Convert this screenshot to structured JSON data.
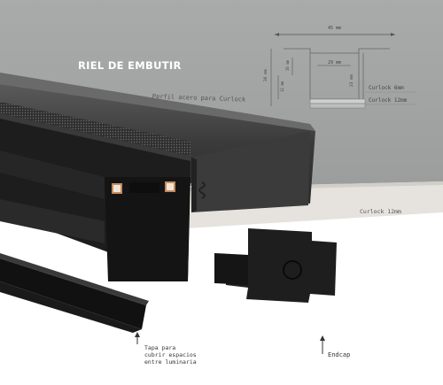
{
  "title": "RIEL DE EMBUTIR",
  "profile_label": "Perfil acero para Curlock",
  "ceiling_label": "Curlock 12mm",
  "cover_label": [
    "Tapa para",
    "cubrir espacios",
    "entre luminaria"
  ],
  "endcap_label": "Endcap",
  "diagram": {
    "width": "45 mm",
    "inner_width": "29 mm",
    "height_left": "36 mm",
    "height_inner_a": "16 mm",
    "height_inner_b": "12 mm",
    "height_right": "23 mm",
    "legend": [
      "Curlock 6mm",
      "Curlock 12mm"
    ]
  },
  "colors": {
    "background_wall": "#a7a9a8",
    "ceiling_board": "#e4e1dc",
    "rail_black": "#1c1c1c",
    "copper": "#c68a5a"
  }
}
